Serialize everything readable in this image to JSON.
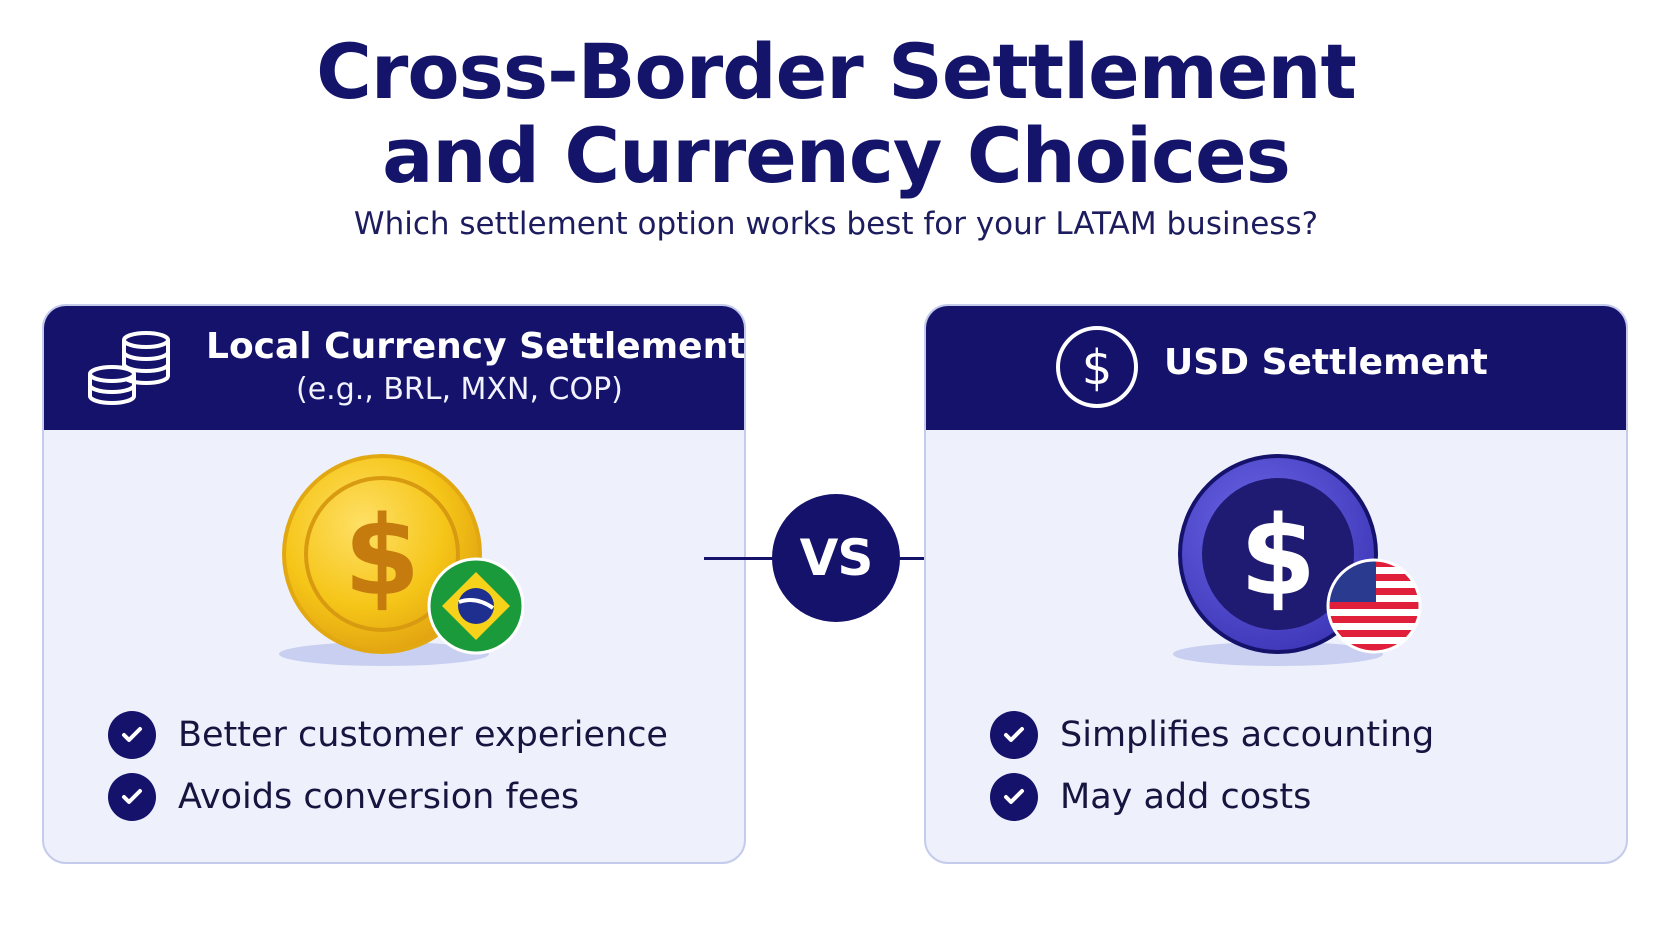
{
  "title_line1": "Cross-Border Settlement",
  "title_line2": "and Currency Choices",
  "subtitle": "Which settlement option works best for your LATAM business?",
  "vs_label": "VS",
  "left_panel": {
    "title": "Local Currency Settlement",
    "subtitle": "(e.g., BRL, MXN, COP)",
    "header_icon": "coins-stack-icon",
    "illustration": "gold-coin-with-brazil-flag",
    "features": [
      "Better customer experience",
      "Avoids conversion fees"
    ]
  },
  "right_panel": {
    "title": "USD Settlement",
    "header_icon": "dollar-circle-icon",
    "illustration": "purple-coin-with-us-flag",
    "features": [
      "Simplifies accounting",
      "May add costs"
    ]
  },
  "colors": {
    "navy": "#15126b",
    "panel_bg": "#eef1fc",
    "gold": "#f5c518",
    "purple": "#4b45c9",
    "brazil_green": "#1a9a3a",
    "brazil_yellow": "#f6d21a"
  }
}
